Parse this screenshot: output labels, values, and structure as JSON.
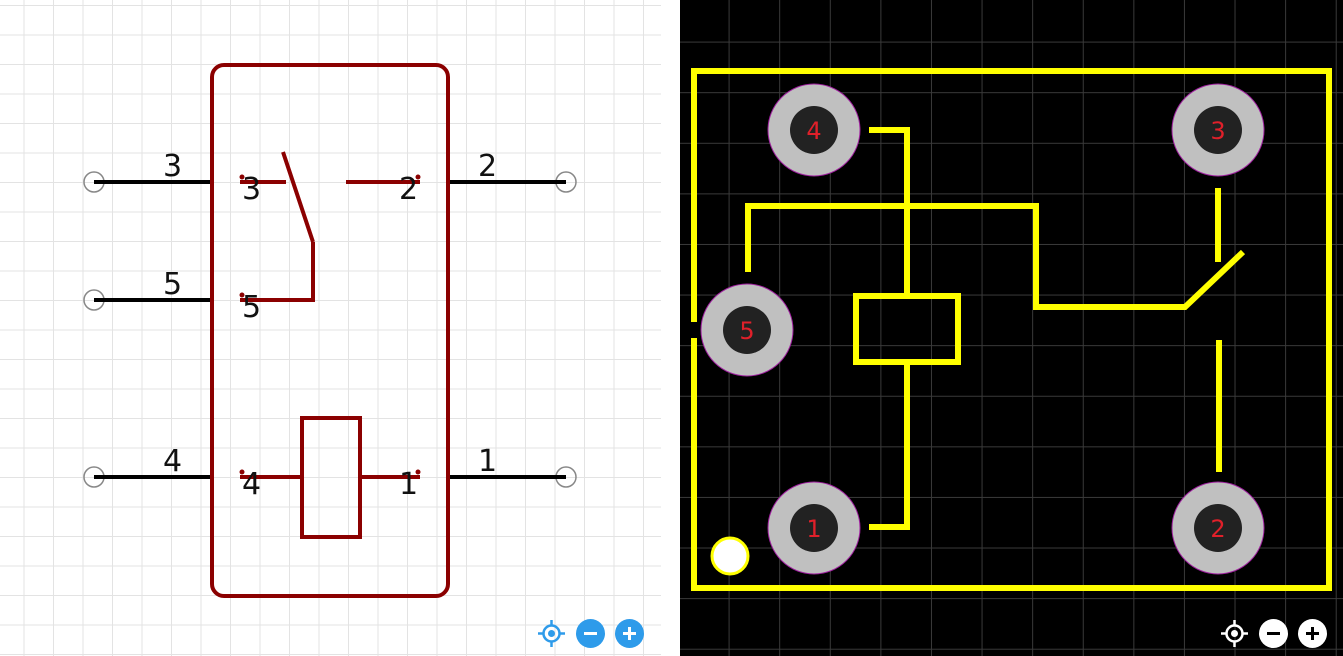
{
  "schematic": {
    "pins": [
      {
        "number": "3",
        "internal_label": "3"
      },
      {
        "number": "5",
        "internal_label": "5"
      },
      {
        "number": "4",
        "internal_label": "4"
      },
      {
        "number": "2",
        "internal_label": "2"
      },
      {
        "number": "1",
        "internal_label": "1"
      }
    ],
    "colors": {
      "body": "#8b0000",
      "wire": "#000000",
      "grid": "#e3e3e3"
    }
  },
  "pcb": {
    "pads": [
      {
        "number": "4"
      },
      {
        "number": "3"
      },
      {
        "number": "5"
      },
      {
        "number": "1"
      },
      {
        "number": "2"
      }
    ],
    "colors": {
      "silkscreen": "#ffff00",
      "pad": "#c0c0c0",
      "drill": "#222222",
      "pad_label": "#e0202a"
    }
  },
  "toolbar": {
    "locate_icon": "crosshair-icon",
    "zoom_out_icon": "minus-icon",
    "zoom_in_icon": "plus-icon"
  }
}
